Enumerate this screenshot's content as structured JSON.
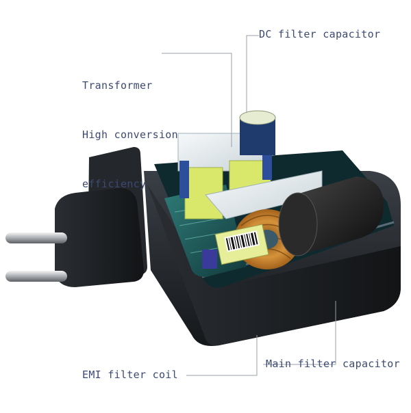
{
  "labels": {
    "transformer": {
      "line1": "Transformer",
      "line2": "High conversion",
      "line3": "efficiency"
    },
    "dc_filter_capacitor": "DC filter capacitor",
    "emi_filter_coil": "EMI filter coil",
    "main_filter_capacitor": "Main filter capacitor"
  },
  "colors": {
    "label_text": "#3c4a73",
    "leader_line": "#9aa0a8",
    "housing": "#1d2024",
    "pcb": "#1f5c5a",
    "transformer_core": "#e8edf0",
    "coil_copper": "#c8842a",
    "capacitor": "#1a1a1a",
    "bobbin_yellow": "#d8e84a"
  },
  "icons": [
    "power-adapter-cutaway-illustration",
    "eu-plug-pins"
  ]
}
